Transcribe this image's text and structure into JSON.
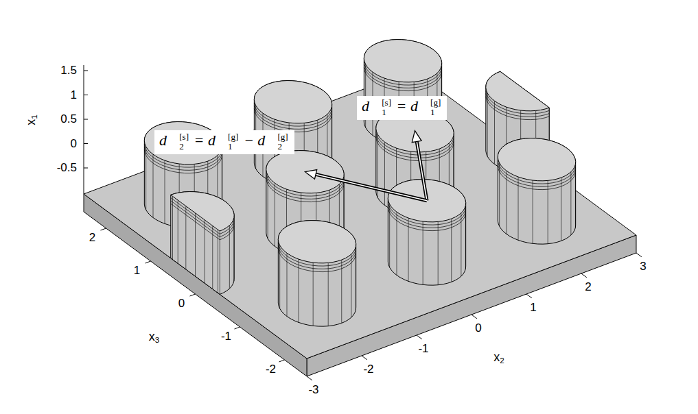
{
  "diagram": {
    "labels": [
      "1.5",
      "1",
      "0.5",
      "0",
      "-0.5",
      "x1",
      "2",
      "1",
      "0",
      "-1",
      "-2",
      "x3",
      "-3",
      "-2",
      "-1",
      "0",
      "1",
      "2",
      "3",
      "x2",
      "d⃗1[s] = d⃗1[g]",
      "d⃗2[s] = d⃗1[g] − d⃗2[g]"
    ]
  }
}
